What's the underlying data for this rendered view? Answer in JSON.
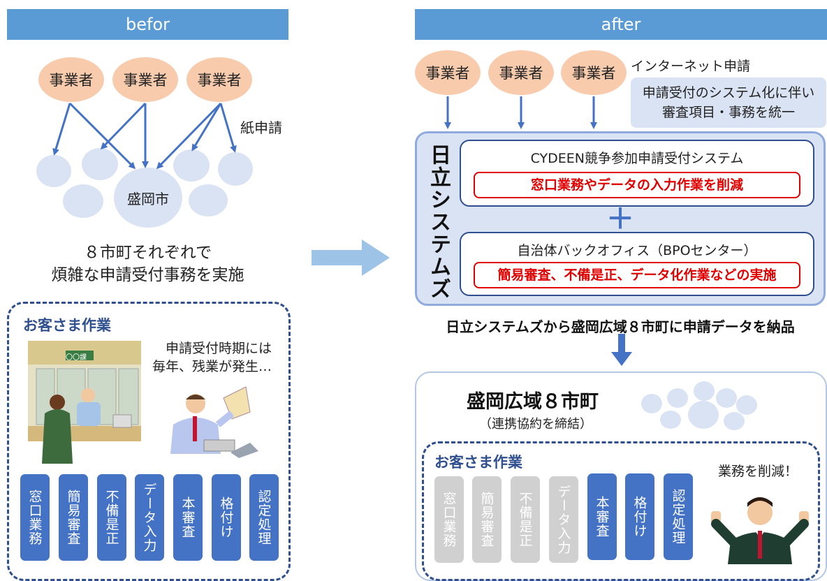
{
  "before": {
    "header": "befor",
    "businesses": [
      "事業者",
      "事業者",
      "事業者"
    ],
    "paper_label": "紙申請",
    "city": "盛岡市",
    "caption_line1": "８市町それぞれで",
    "caption_line2": "煩雑な申請受付事務を実施",
    "customer_title": "お客さま作業",
    "overtime_line1": "申請受付時期には",
    "overtime_line2": "毎年、残業が発生…",
    "counter_sign": "〇〇課",
    "tasks": [
      "窓口業務",
      "簡易審査",
      "不備是正",
      "データ入力",
      "本審査",
      "格付け",
      "認定処理"
    ]
  },
  "after": {
    "header": "after",
    "businesses": [
      "事業者",
      "事業者",
      "事業者"
    ],
    "internet_label": "インターネット申請",
    "note_line1": "申請受付のシステム化に伴い",
    "note_line2": "審査項目・事務を統一",
    "vendor_vertical": "日立システムズ",
    "system_title": "CYDEEN競争参加申請受付システム",
    "system_benefit": "窓口業務やデータの入力作業を削減",
    "plus": "＋",
    "bpo_title": "自治体バックオフィス（BPOセンター）",
    "bpo_benefit": "簡易審査、不備是正、データ化作業などの実施",
    "delivery": "日立システムズから盛岡広域８市町に申請データを納品",
    "region_title": "盛岡広域８市町",
    "region_sub": "（連携協約を締結）",
    "customer_title": "お客さま作業",
    "reduced": "業務を削減！",
    "tasks": [
      "窓口業務",
      "簡易審査",
      "不備是正",
      "データ入力",
      "本審査",
      "格付け",
      "認定処理"
    ]
  },
  "colors": {
    "header": "#5b9bd5",
    "business_oval": "#f8cbad",
    "municipality": "#dae3f3",
    "task_active": "#4472c4",
    "task_removed": "#d0d0d0",
    "highlight": "#e00000"
  }
}
